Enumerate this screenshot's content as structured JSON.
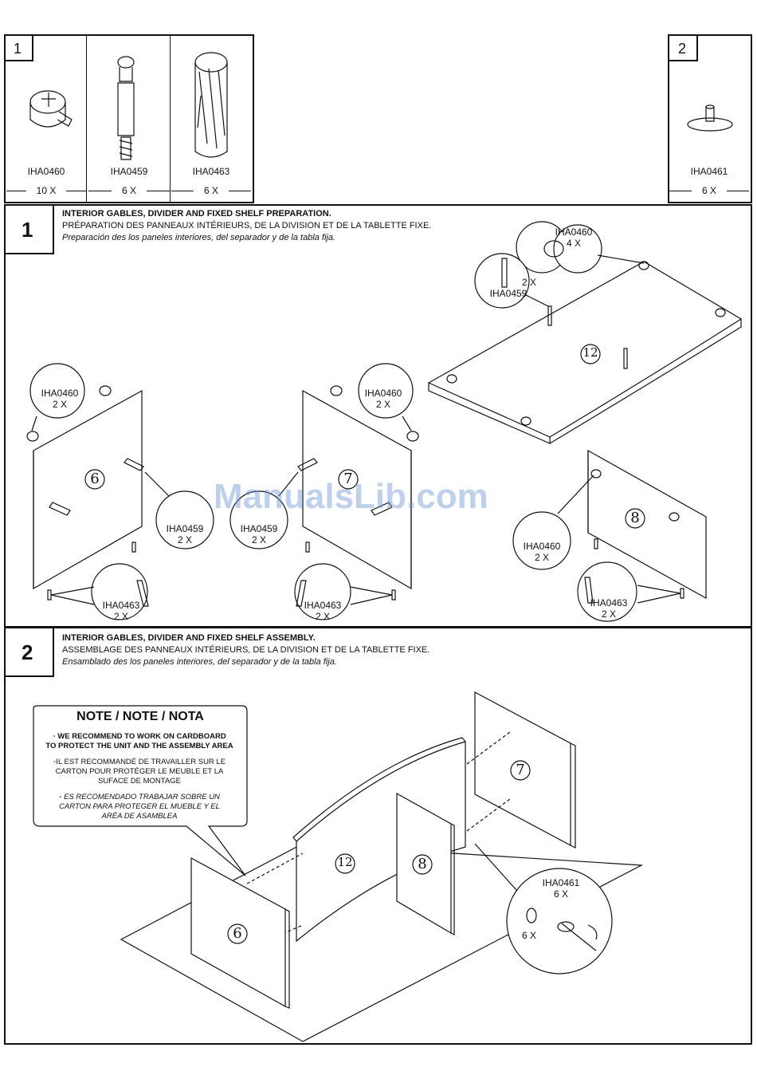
{
  "parts_boxes": [
    {
      "number": "1",
      "items": [
        {
          "code": "IHA0460",
          "qty": "10 X",
          "icon": "cam-lock-icon"
        },
        {
          "code": "IHA0459",
          "qty": "6 X",
          "icon": "cam-bolt-icon"
        },
        {
          "code": "IHA0463",
          "qty": "6 X",
          "icon": "wooden-dowel-icon"
        }
      ]
    },
    {
      "number": "2",
      "items": [
        {
          "code": "IHA0461",
          "qty": "6 X",
          "icon": "shelf-pin-icon"
        }
      ]
    }
  ],
  "steps": [
    {
      "number": "1",
      "title_en": "INTERIOR GABLES, DIVIDER AND FIXED SHELF PREPARATION.",
      "title_fr": "PRÉPARATION DES PANNEAUX INTÉRIEURS, DE LA DIVISION ET DE LA TABLETTE FIXE.",
      "title_es": "Preparación des los paneles interiores, del separador y de la tabla fija."
    },
    {
      "number": "2",
      "title_en": "INTERIOR GABLES, DIVIDER AND FIXED SHELF ASSEMBLY.",
      "title_fr": "ASSEMBLAGE DES PANNEAUX INTÉRIEURS, DE LA DIVISION ET DE LA TABLETTE FIXE.",
      "title_es": "Ensamblado des los paneles interiores, del separador y de la tabla fija."
    }
  ],
  "step1_callouts": {
    "c460_top": {
      "code": "IHA0460",
      "qty": "4 X"
    },
    "c459_top": {
      "code": "IHA0459",
      "qty": "2 X"
    },
    "c460_p6": {
      "code": "IHA0460",
      "qty": "2 X"
    },
    "c460_p7": {
      "code": "IHA0460",
      "qty": "2 X"
    },
    "c459_p6": {
      "code": "IHA0459",
      "qty": "2 X"
    },
    "c459_p7": {
      "code": "IHA0459",
      "qty": "2 X"
    },
    "c460_p8": {
      "code": "IHA0460",
      "qty": "2 X"
    },
    "c463_p6": {
      "code": "IHA0463",
      "qty": "2 X"
    },
    "c463_p7": {
      "code": "IHA0463",
      "qty": "2 X"
    },
    "c463_p8": {
      "code": "IHA0463",
      "qty": "2 X"
    }
  },
  "panels": {
    "p6": "6",
    "p7": "7",
    "p8": "8",
    "p12": "12"
  },
  "note": {
    "title": "NOTE / NOTE / NOTA",
    "en_line1": "◦ WE RECOMMEND TO WORK ON CARDBOARD",
    "en_line2": "TO PROTECT THE UNIT AND THE ASSEMBLY AREA",
    "fr_line1": "◦IL EST RECOMMANDÉ DE TRAVAILLER SUR LE",
    "fr_line2": "CARTON POUR PROTÉGER LE MEUBLE ET LA",
    "fr_line3": "SUFACE DE MONTAGE",
    "es_line1": "◦ ES RECOMENDADO TRABAJAR SOBRE UN",
    "es_line2": "CARTON PARA PROTEGER EL MUEBLE Y EL",
    "es_line3": "ARÉA DE ASAMBLEA"
  },
  "step2_callout": {
    "code": "IHA0461",
    "qty_top": "6 X",
    "qty_side": "6 X"
  },
  "watermark": "ManualsLib.com"
}
